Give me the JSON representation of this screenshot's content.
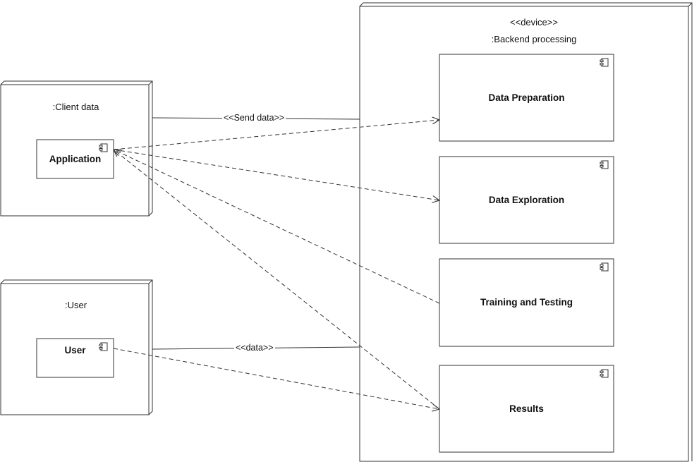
{
  "client_node": {
    "title": ":Client data",
    "component": "Application"
  },
  "user_node": {
    "title": ":User",
    "component": "User"
  },
  "backend_node": {
    "stereotype": "<<device>>",
    "title": ":Backend processing",
    "components": [
      "Data Preparation",
      "Data Exploration",
      "Training and Testing",
      "Results"
    ]
  },
  "connectors": {
    "client_backend": "<<Send data>>",
    "user_backend": "<<data>>"
  }
}
